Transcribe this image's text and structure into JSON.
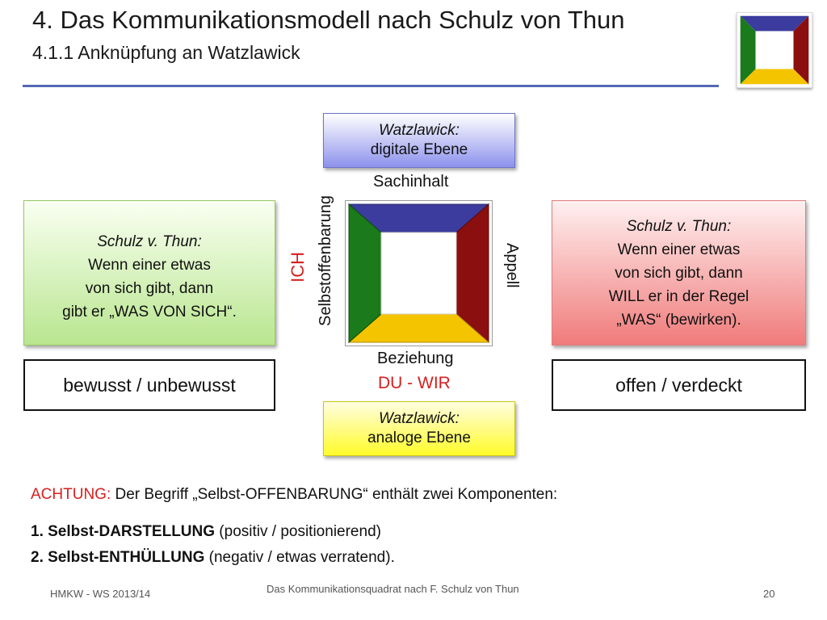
{
  "header": {
    "title": "4. Das Kommunikationsmodell nach Schulz von Thun",
    "subtitle": "4.1.1 Anknüpfung an Watzlawick"
  },
  "colors": {
    "accent_line": "#5468b5",
    "blue": "#3c3c9e",
    "green": "#1b7a1b",
    "red": "#8b0f0f",
    "yellow": "#f5c400",
    "emphasis_red": "#d6201f"
  },
  "watzlawick_top": {
    "line1": "Watzlawick:",
    "line2": "digitale Ebene"
  },
  "watzlawick_bottom": {
    "line1": "Watzlawick:",
    "line2": "analoge Ebene"
  },
  "thun_left": {
    "line1": "Schulz v. Thun:",
    "line2": "Wenn einer etwas",
    "line3": "von sich gibt, dann",
    "line4": "gibt er „WAS VON SICH“."
  },
  "thun_right": {
    "line1": "Schulz v. Thun:",
    "line2": "Wenn einer etwas",
    "line3": "von sich gibt, dann",
    "line4": "WILL er in der Regel",
    "line5": "„WAS“ (bewirken)."
  },
  "left_outline": "bewusst / unbewusst",
  "right_outline": "offen / verdeckt",
  "square": {
    "top_label": "Sachinhalt",
    "bottom_label": "Beziehung",
    "bottom_red": "DU - WIR",
    "left_label": "Selbstoffenbarung",
    "left_red": "ICH",
    "right_label": "Appell"
  },
  "note": {
    "achtung": "ACHTUNG:",
    "text": " Der Begriff „Selbst-OFFENBARUNG“ enthält zwei Komponenten:",
    "item1_bold": "1. Selbst-DARSTELLUNG",
    "item1_rest": " (positiv / positionierend)",
    "item2_bold": "2. Selbst-ENTHÜLLUNG",
    "item2_rest": " (negativ / etwas verratend)."
  },
  "footer": {
    "left": "HMKW - WS 2013/14",
    "center": "Das Kommunikationsquadrat nach F. Schulz von Thun",
    "page": "20"
  }
}
